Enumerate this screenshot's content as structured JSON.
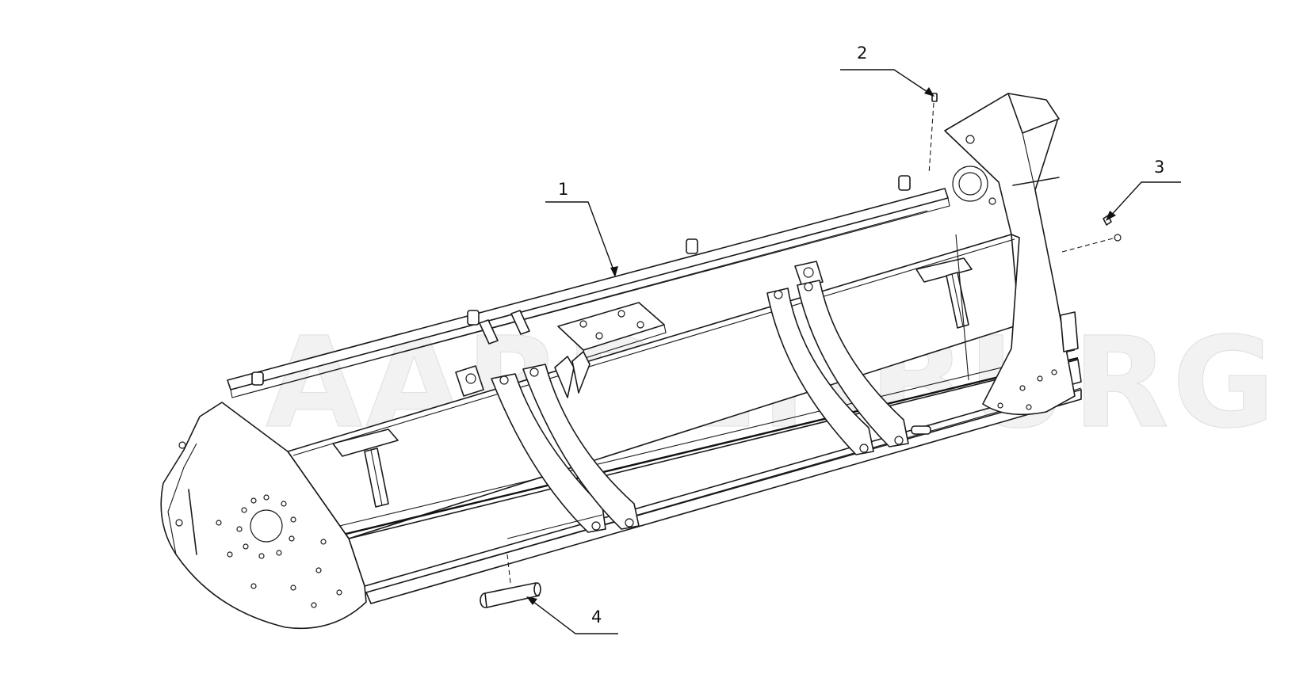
{
  "watermark": {
    "text": "AARDENBURG"
  },
  "callouts": [
    {
      "id": "1",
      "label": "1"
    },
    {
      "id": "2",
      "label": "2"
    },
    {
      "id": "3",
      "label": "3"
    },
    {
      "id": "4",
      "label": "4"
    }
  ],
  "colors": {
    "line": "#1a1a1a",
    "background": "#ffffff",
    "watermark": "#dedede"
  }
}
